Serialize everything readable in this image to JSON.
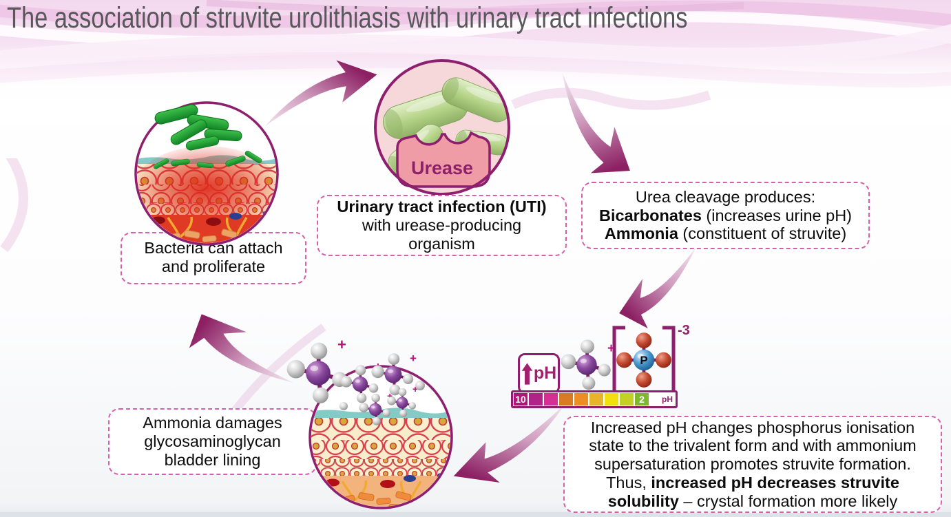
{
  "title": "The association of struvite urolithiasis with urinary tract infections",
  "nodes": {
    "uti_circle": {
      "label": "Urease"
    },
    "uti_box": {
      "line1_bold": "Urinary tract infection (UTI)",
      "line2": "with urease-producing",
      "line3": "organism"
    },
    "urea_box": {
      "heading": "Urea cleavage produces:",
      "item1_bold": "Bicarbonates",
      "item1_rest": " (increases urine pH)",
      "item2_bold": "Ammonia",
      "item2_rest": " (constituent of struvite)"
    },
    "bacteria_box": {
      "line1": "Bacteria can attach",
      "line2": "and proliferate"
    },
    "ammonia_box": {
      "line1": "Ammonia damages",
      "line2": "glycosaminoglycan",
      "line3": "bladder lining"
    },
    "conclusion_box": {
      "line1": "Increased pH changes phosphorus ionisation",
      "line2": "state to the trivalent form and with ammonium",
      "line3": "supersaturation promotes struvite formation.",
      "line4_pre": "Thus, ",
      "line4_bold": "increased pH decreases struvite",
      "line5_bold": "solubility",
      "line5_rest": " – crystal formation more likely"
    }
  },
  "ph_group": {
    "ph_rise_label": "pH",
    "phosphate_symbol": "P",
    "phosphate_charge": "-3",
    "scale_unit": "pH",
    "segments": [
      {
        "label": "10",
        "color": "#ad1779"
      },
      {
        "label": "",
        "color": "#b02387"
      },
      {
        "label": "",
        "color": "#d53093"
      },
      {
        "label": "",
        "color": "#d97b22"
      },
      {
        "label": "",
        "color": "#ee8d24"
      },
      {
        "label": "",
        "color": "#e8b42c"
      },
      {
        "label": "",
        "color": "#f3e00f"
      },
      {
        "label": "",
        "color": "#c3d126"
      },
      {
        "label": "2",
        "color": "#7eb82c"
      }
    ]
  },
  "molecules": {
    "charge": "+"
  },
  "colors": {
    "accent_dark_purple": "#8e1f6e",
    "accent_magenta": "#b5107c",
    "dashed_border_pink": "#d75fae",
    "title_gray": "#57585a",
    "arrow_dark": "#8c2063",
    "bacteria_green": "#1b9e27",
    "tissue_teal": "#84cbc7"
  }
}
